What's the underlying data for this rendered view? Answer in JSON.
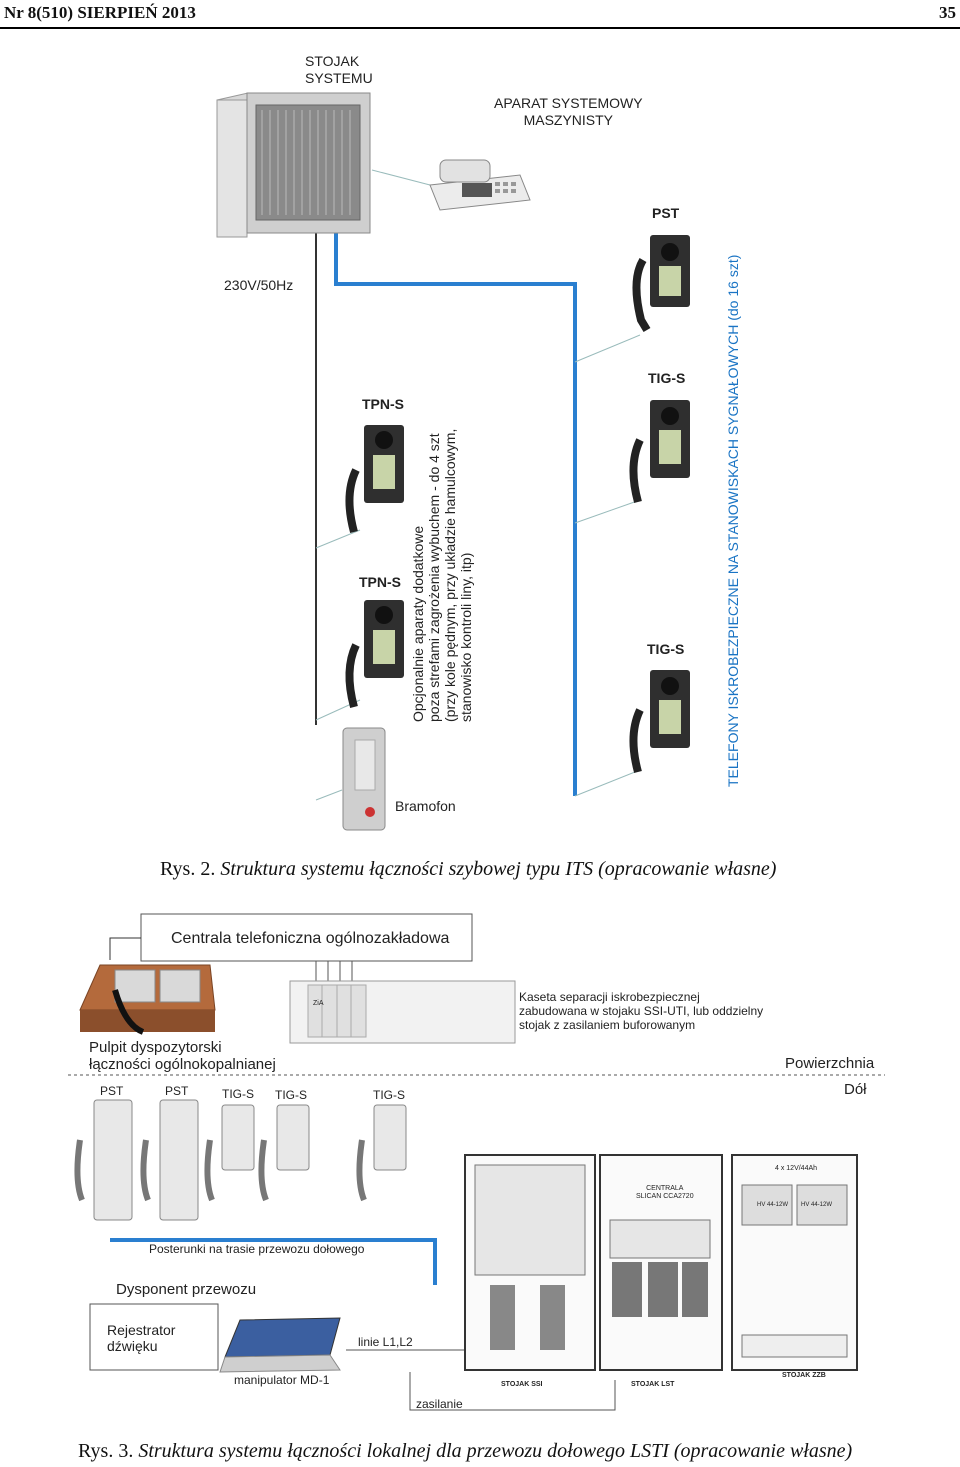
{
  "header": {
    "left": "Nr 8(510) SIERPIEŃ 2013",
    "right": "35"
  },
  "fig2": {
    "labels": {
      "rack": [
        "STOJAK",
        "SYSTEMU"
      ],
      "driver_phone": [
        "APARAT SYSTEMOWY",
        "MASZYNISTY"
      ],
      "power": "230V/50Hz",
      "pst": "PST",
      "tig1": "TIG-S",
      "tig2": "TIG-S",
      "tpn1": "TPN-S",
      "tpn2": "TPN-S",
      "bramofon": "Bramofon"
    },
    "optional_note": [
      "Opcjonalnie aparaty dodatkowe",
      "poza strefami zagrożenia wybuchem - do 4 szt",
      "(przy kole pędnym, przy układzie hamulcowym,",
      "stanowisko kontroli liny, itp)"
    ],
    "vertical_note": "TELEFONY ISKROBEZPIECZNE NA STANOWISKACH SYGNAŁOWYCH (do 16 szt)",
    "caption": {
      "prefix": "Rys. 2.",
      "text": "Struktura systemu łączności szybowej typu ITS (opracowanie własne)"
    }
  },
  "fig3": {
    "central": "Centrala telefoniczna ogólnozakładowa",
    "separation": [
      "Kaseta separacji iskrobezpiecznej",
      "zabudowana w stojaku SSI-UTI, lub oddzielny",
      "stojak z zasilaniem buforowanym"
    ],
    "console": [
      "Pulpit dyspozytorski",
      "łączności ogólnokopalnianej"
    ],
    "surface": "Powierzchnia",
    "underground": "Dół",
    "phones": [
      "PST",
      "PST",
      "TIG-S",
      "TIG-S",
      "TIG-S"
    ],
    "posts": "Posterunki na trasie przewozu dołowego",
    "dispatcher": "Dysponent przewozu",
    "recorder": [
      "Rejestrator",
      "dźwięku"
    ],
    "manipulator": "manipulator MD-1",
    "lines": "linie L1,L2",
    "supply": "zasilanie",
    "module_label": "ZiA",
    "rack_central": [
      "CENTRALA",
      "SLICAN CCA2720"
    ],
    "battery": "4 x 12V/44Ah",
    "hv": [
      "HV 44-12W",
      "HV 44-12W"
    ],
    "racks": [
      "STOJAK SSI",
      "STOJAK LST",
      "STOJAK ZZB"
    ],
    "caption": {
      "prefix": "Rys. 3.",
      "text": "Struktura systemu łączności lokalnej dla przewozu dołowego LSTI (opracowanie własne)"
    }
  }
}
